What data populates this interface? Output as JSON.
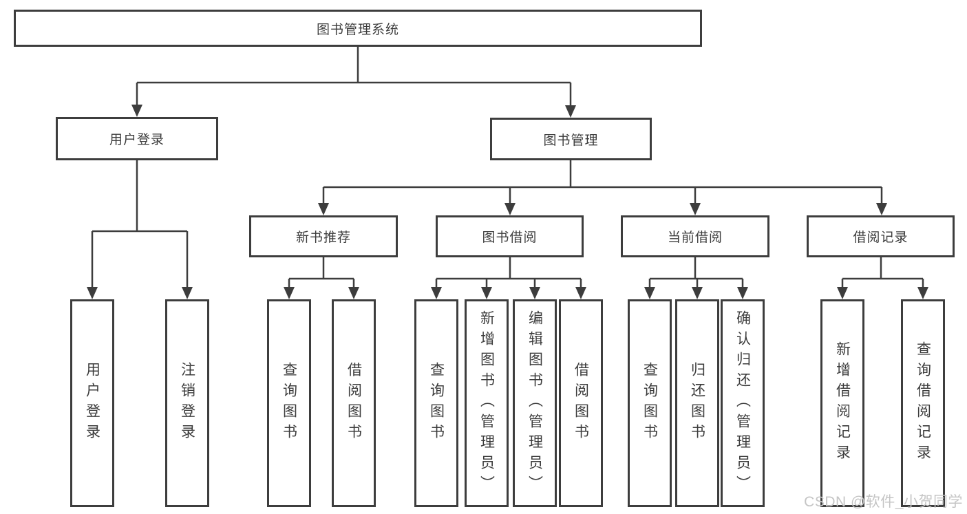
{
  "diagram": {
    "title": "图书管理系统",
    "watermark": "CSDN @软件_小贺同学",
    "colors": {
      "line": "#3d3d3d",
      "text": "#3c3c3c",
      "watermark": "#c5c5c5",
      "background": "#ffffff"
    },
    "level2": [
      {
        "label": "用户登录"
      },
      {
        "label": "图书管理"
      }
    ],
    "level3": [
      {
        "label": "新书推荐"
      },
      {
        "label": "图书借阅"
      },
      {
        "label": "当前借阅"
      },
      {
        "label": "借阅记录"
      }
    ],
    "leaves": [
      {
        "label": "用户登录"
      },
      {
        "label": "注销登录"
      },
      {
        "label": "查询图书"
      },
      {
        "label": "借阅图书"
      },
      {
        "label": "查询图书"
      },
      {
        "label": "新增图书（管理员）"
      },
      {
        "label": "编辑图书（管理员）"
      },
      {
        "label": "借阅图书"
      },
      {
        "label": "查询图书"
      },
      {
        "label": "归还图书"
      },
      {
        "label": "确认归还（管理员）"
      },
      {
        "label": "新增借阅记录"
      },
      {
        "label": "查询借阅记录"
      }
    ]
  }
}
